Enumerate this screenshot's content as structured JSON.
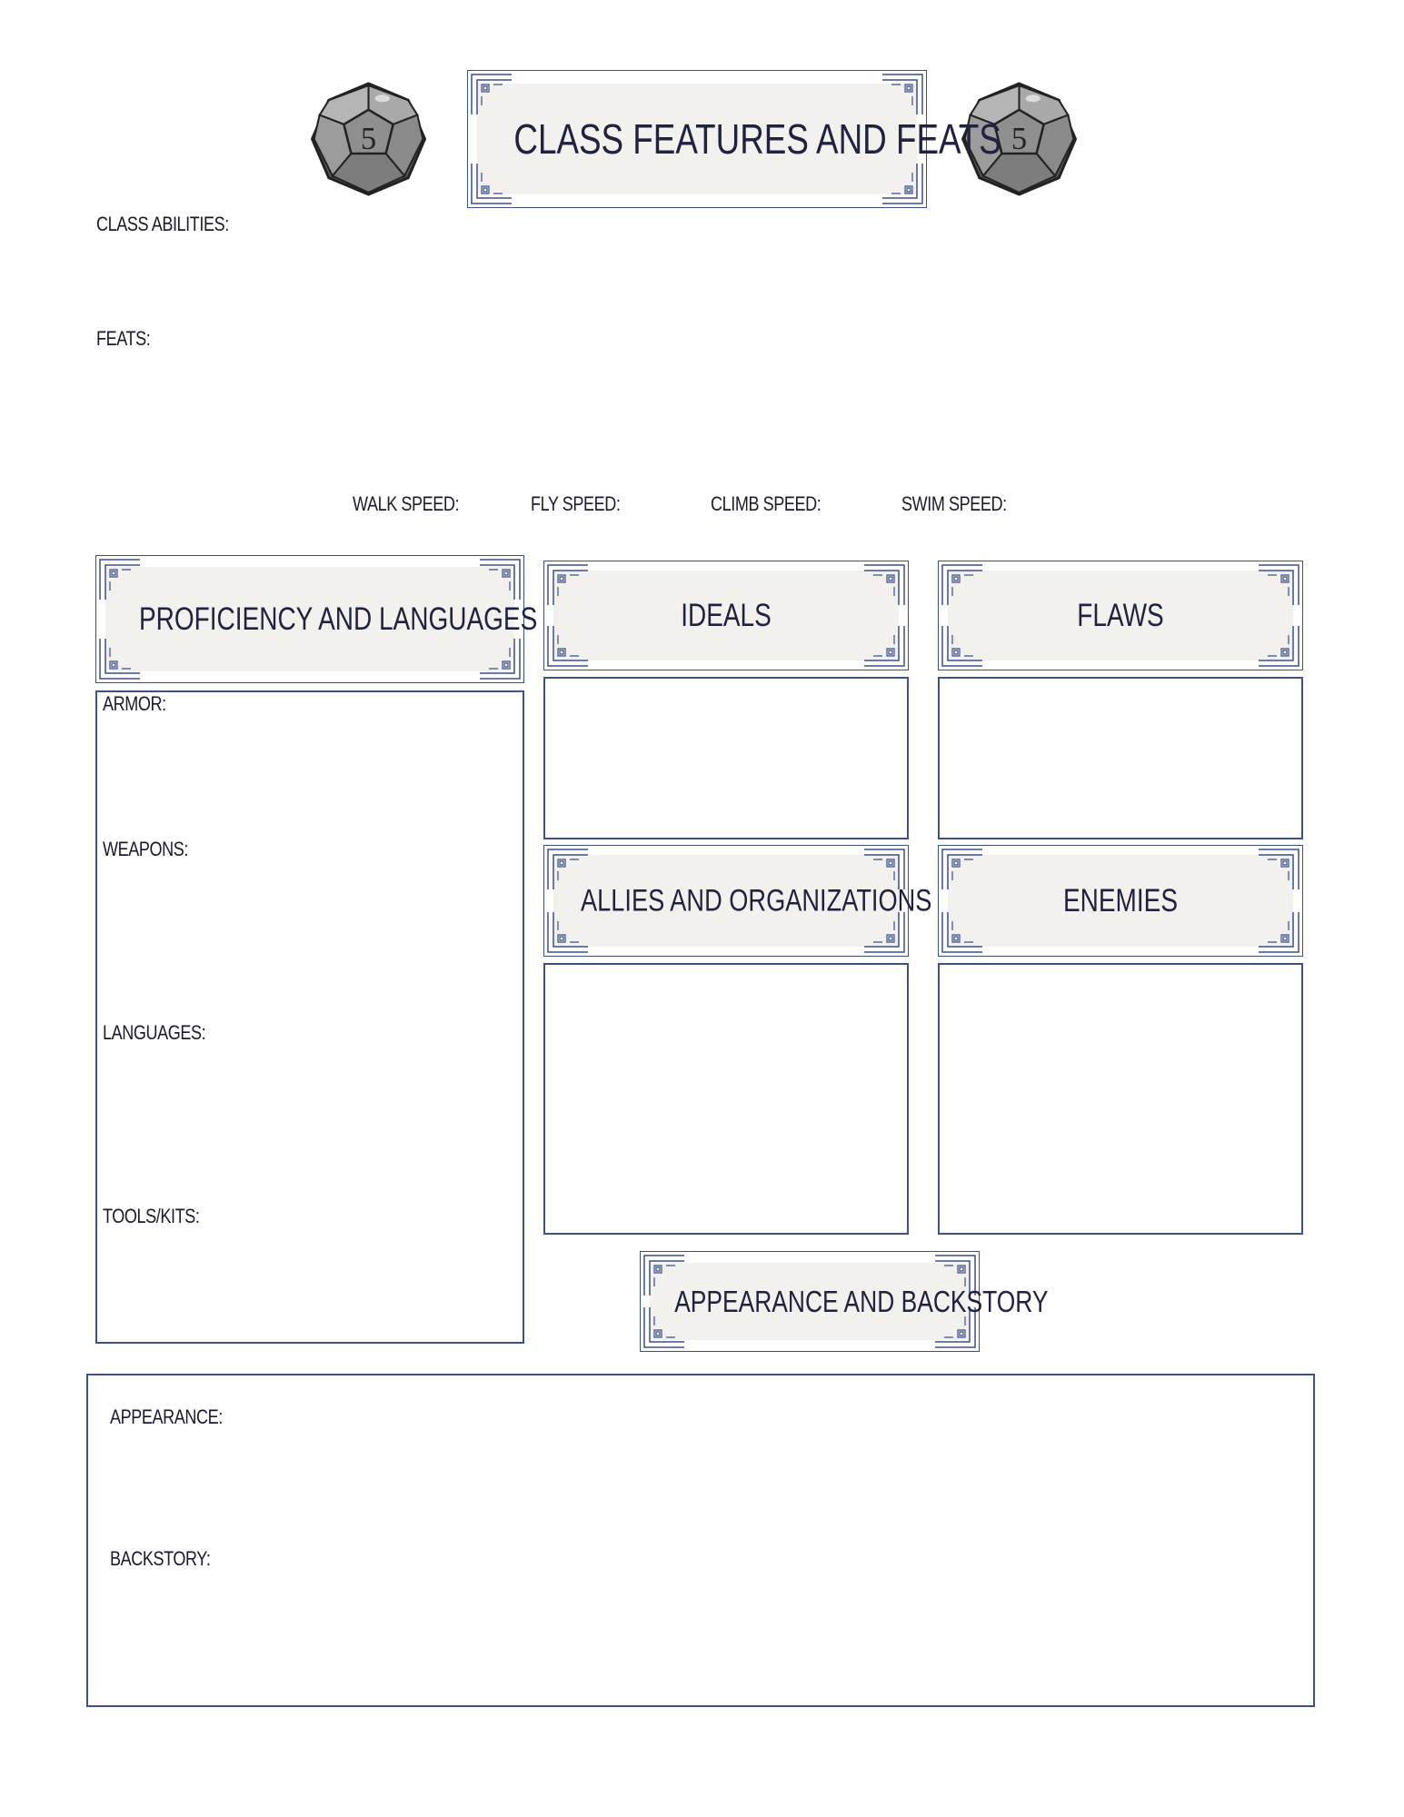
{
  "header": {
    "title": "CLASS FEATURES AND FEATS",
    "die_face": "5"
  },
  "fields": {
    "class_abilities": "CLASS ABILITIES:",
    "feats": "FEATS:"
  },
  "speeds": {
    "walk": "WALK SPEED:",
    "fly": "FLY SPEED:",
    "climb": "CLIMB SPEED:",
    "swim": "SWIM SPEED:"
  },
  "sections": {
    "proficiency": "PROFICIENCY AND LANGUAGES",
    "ideals": "IDEALS",
    "flaws": "FLAWS",
    "allies": "ALLIES AND ORGANIZATIONS",
    "enemies": "ENEMIES",
    "appearance_backstory": "APPEARANCE AND BACKSTORY"
  },
  "proficiency_fields": {
    "armor": "ARMOR:",
    "weapons": "WEAPONS:",
    "languages": "LANGUAGES:",
    "tools": "TOOLS/KITS:"
  },
  "bottom_fields": {
    "appearance": "APPEARANCE:",
    "backstory": "BACKSTORY:"
  },
  "colors": {
    "border": "#3d5088",
    "banner_fill": "#f2f1ee",
    "text": "#1f2240"
  },
  "icons": [
    "d12-die-icon",
    "corner-ornament-icon"
  ]
}
